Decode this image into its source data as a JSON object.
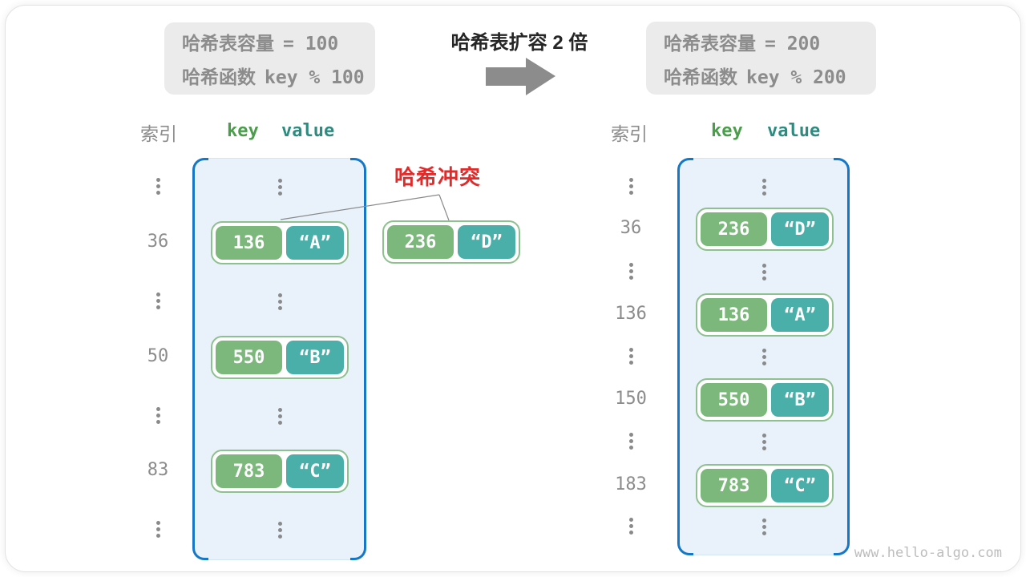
{
  "info_before": {
    "capacity_label": "哈希表容量",
    "capacity_value": "= 100",
    "hash_label": "哈希函数",
    "hash_value": "key % 100"
  },
  "info_after": {
    "capacity_label": "哈希表容量",
    "capacity_value": "= 200",
    "hash_label": "哈希函数",
    "hash_value": "key % 200"
  },
  "expand_title": "哈希表扩容 2 倍",
  "collision": {
    "label": "哈希冲突",
    "pair": {
      "key": "236",
      "value": "“D”"
    }
  },
  "table_before": {
    "index_header": "索引",
    "key_header": "key",
    "value_header": "value",
    "rows": [
      {
        "index": "36",
        "key": "136",
        "value": "“A”"
      },
      {
        "index": "50",
        "key": "550",
        "value": "“B”"
      },
      {
        "index": "83",
        "key": "783",
        "value": "“C”"
      }
    ]
  },
  "table_after": {
    "index_header": "索引",
    "key_header": "key",
    "value_header": "value",
    "rows": [
      {
        "index": "36",
        "key": "236",
        "value": "“D”"
      },
      {
        "index": "136",
        "key": "136",
        "value": "“A”"
      },
      {
        "index": "150",
        "key": "550",
        "value": "“B”"
      },
      {
        "index": "183",
        "key": "783",
        "value": "“C”"
      }
    ]
  },
  "watermark": "www.hello-algo.com",
  "colors": {
    "key_box": "#7cb87c",
    "value_box": "#4aafa9",
    "pair_border": "#8fc08f",
    "bracket_blue": "#1477c8",
    "table_fill": "#e9f2fb",
    "collision_red": "#e02b2b",
    "key_header": "#4a9d4a",
    "value_header": "#2e8b7f",
    "muted_gray": "#8c8c8c"
  }
}
